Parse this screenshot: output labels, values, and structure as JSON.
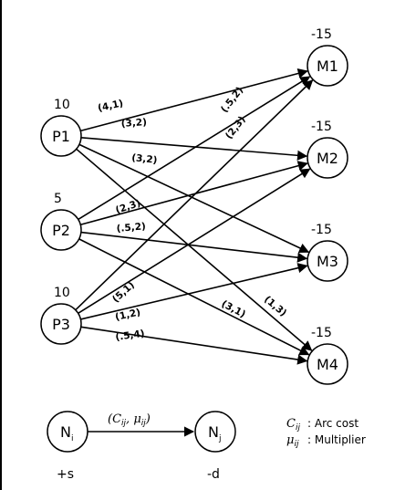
{
  "supply_nodes": [
    {
      "id": "P1",
      "label": "P1",
      "supply": "10"
    },
    {
      "id": "P2",
      "label": "P2",
      "supply": "5"
    },
    {
      "id": "P3",
      "label": "P3",
      "supply": "10"
    }
  ],
  "demand_nodes": [
    {
      "id": "M1",
      "label": "M1",
      "demand": "-15"
    },
    {
      "id": "M2",
      "label": "M2",
      "demand": "-15"
    },
    {
      "id": "M3",
      "label": "M3",
      "demand": "-15"
    },
    {
      "id": "M4",
      "label": "M4",
      "demand": "-15"
    }
  ],
  "arcs": [
    {
      "from": "P1",
      "to": "M1",
      "label": "(4,1)"
    },
    {
      "from": "P1",
      "to": "M2",
      "label": "(3,2)"
    },
    {
      "from": "P1",
      "to": "M3",
      "label": "(3,2)"
    },
    {
      "from": "P1",
      "to": "M4",
      "label": "(1,3)"
    },
    {
      "from": "P2",
      "to": "M1",
      "label": "(2,3)"
    },
    {
      "from": "P2",
      "to": "M2",
      "label": "(2,3)"
    },
    {
      "from": "P2",
      "to": "M3",
      "label": "(.5,2)"
    },
    {
      "from": "P2",
      "to": "M4",
      "label": "(3,1)"
    },
    {
      "from": "P3",
      "to": "M1",
      "label": "(.5,2)"
    },
    {
      "from": "P3",
      "to": "M2",
      "label": "(5,1)"
    },
    {
      "from": "P3",
      "to": "M3",
      "label": "(1,2)"
    },
    {
      "from": "P3",
      "to": "M4",
      "label": "(.5,4)"
    }
  ],
  "legend": {
    "node_i": {
      "base": "N",
      "sub": "i",
      "value": "+s"
    },
    "node_j": {
      "base": "N",
      "sub": "j",
      "value": "-d"
    },
    "arc_label": "(C, μ)",
    "cost_symbol": "C",
    "cost_sub": "ij",
    "cost_text": ": Arc cost",
    "mult_symbol": "μ",
    "mult_sub": "ij",
    "mult_text": ": Multiplier"
  }
}
